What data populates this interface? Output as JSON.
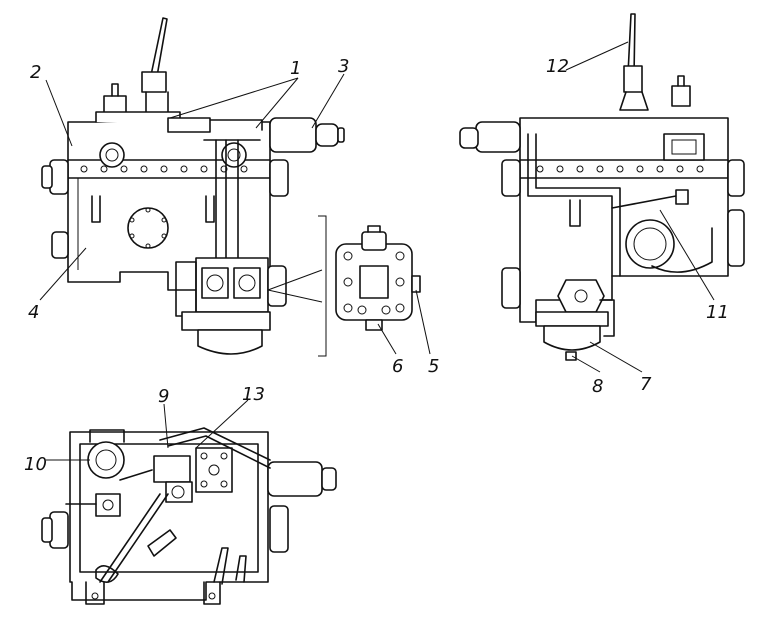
{
  "diagram": {
    "callouts": [
      {
        "id": "c1",
        "label": "1"
      },
      {
        "id": "c2",
        "label": "2"
      },
      {
        "id": "c3",
        "label": "3"
      },
      {
        "id": "c4",
        "label": "4"
      },
      {
        "id": "c5",
        "label": "5"
      },
      {
        "id": "c6",
        "label": "6"
      },
      {
        "id": "c7",
        "label": "7"
      },
      {
        "id": "c8",
        "label": "8"
      },
      {
        "id": "c9",
        "label": "9"
      },
      {
        "id": "c10",
        "label": "10"
      },
      {
        "id": "c11",
        "label": "11"
      },
      {
        "id": "c12",
        "label": "12"
      },
      {
        "id": "c13",
        "label": "13"
      }
    ],
    "colors": {
      "line": "#111111",
      "background": "#ffffff"
    }
  }
}
